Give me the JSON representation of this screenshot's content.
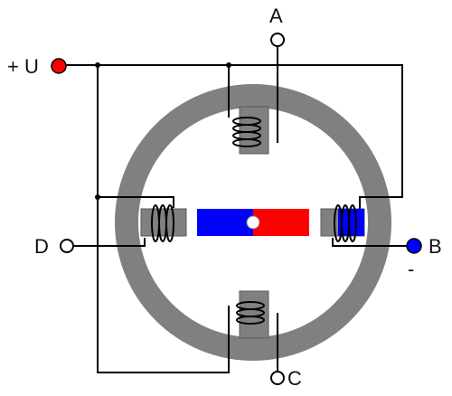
{
  "labels": {
    "supply": "+ U",
    "a": "A",
    "b": "B",
    "c": "C",
    "d": "D",
    "minus": "-"
  },
  "colors": {
    "ring": "#808080",
    "magnet_north": "#ff0000",
    "magnet_south": "#0000ff",
    "terminal_supply": "#ff0000",
    "terminal_b": "#0000ff",
    "terminal_open": "#ffffff",
    "pole_right_tip": "#0000ff"
  }
}
